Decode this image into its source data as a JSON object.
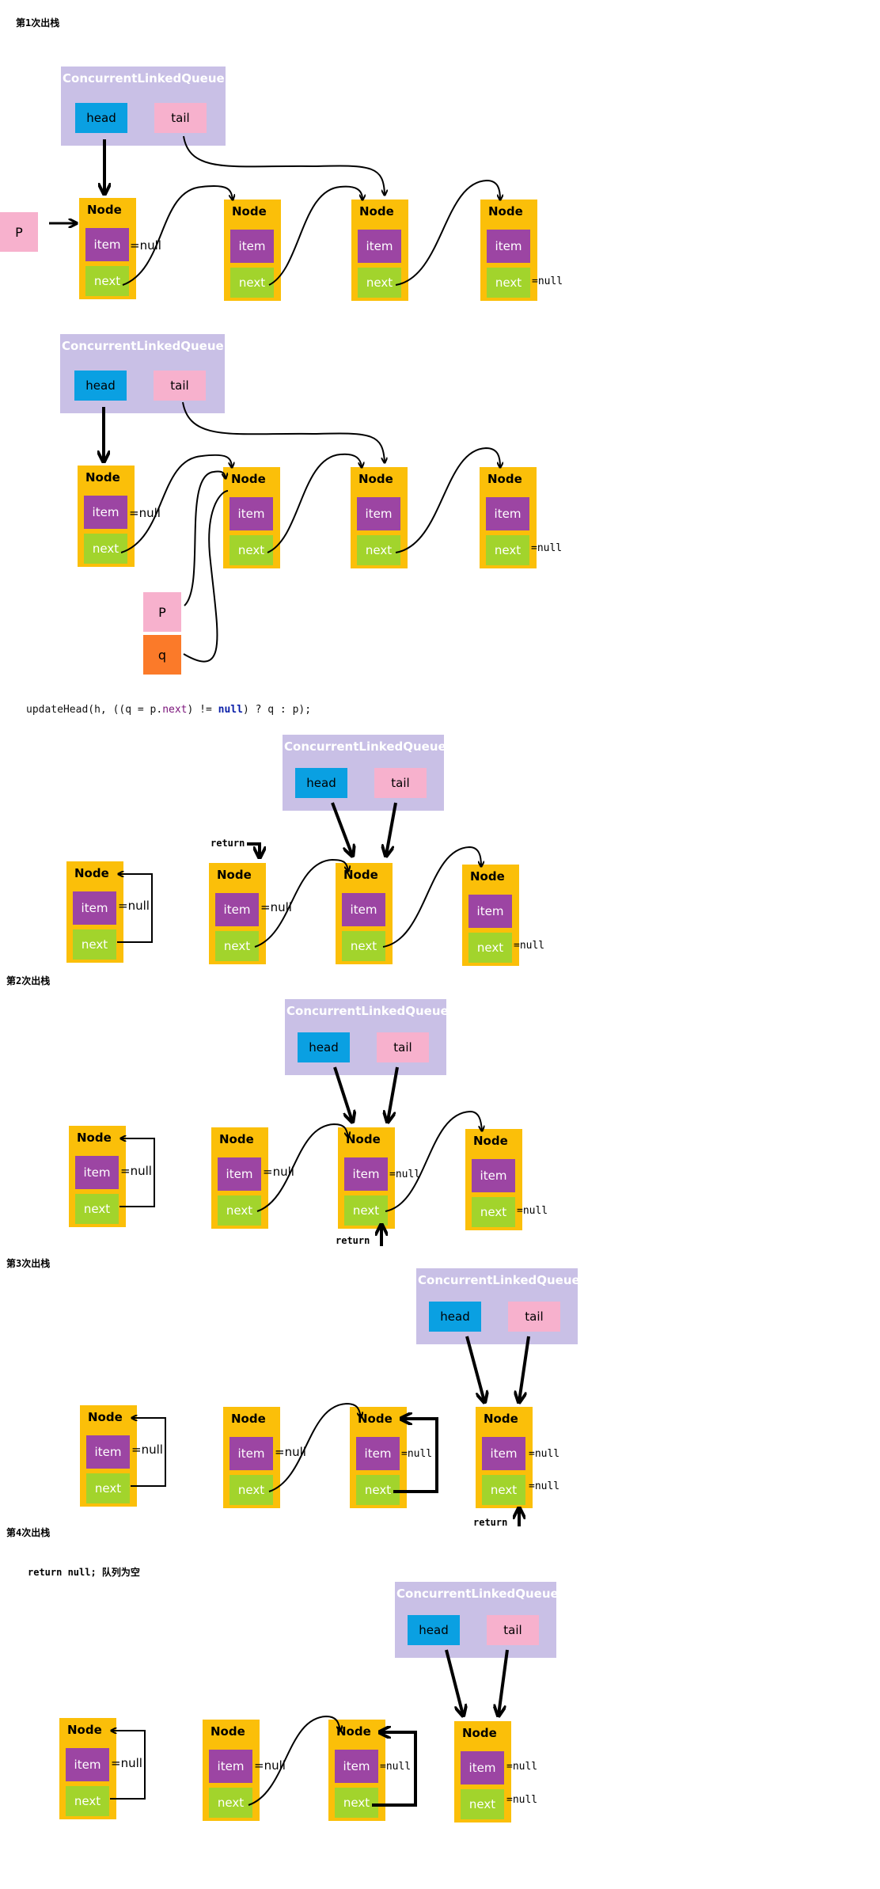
{
  "captions": {
    "pop1": "第1次出栈",
    "pop2": "第2次出栈",
    "pop3": "第3次出栈",
    "pop4": "第4次出栈"
  },
  "code_line": {
    "prefix": "updateHead(h, ((q = p.",
    "field": "next",
    "mid": ") != ",
    "keyword": "null",
    "suffix": ") ? q : p);"
  },
  "return_null": "return null; 队列为空",
  "labels": {
    "queue_title": "ConcurrentLinkedQueue",
    "head": "head",
    "tail": "tail",
    "node": "Node",
    "item": "item",
    "next": "next",
    "null_eq": "=null",
    "p": "P",
    "q": "q",
    "return": "return"
  },
  "colors": {
    "queue_bg": "#c9c0e6",
    "head_box": "#0aa0e2",
    "tail_box": "#f7b1cd",
    "node_bg": "#fbbf09",
    "item_box": "#9c45a3",
    "next_box": "#a2d42c",
    "pointer_p": "#f7b1cd",
    "pointer_q": "#fb7a29"
  }
}
